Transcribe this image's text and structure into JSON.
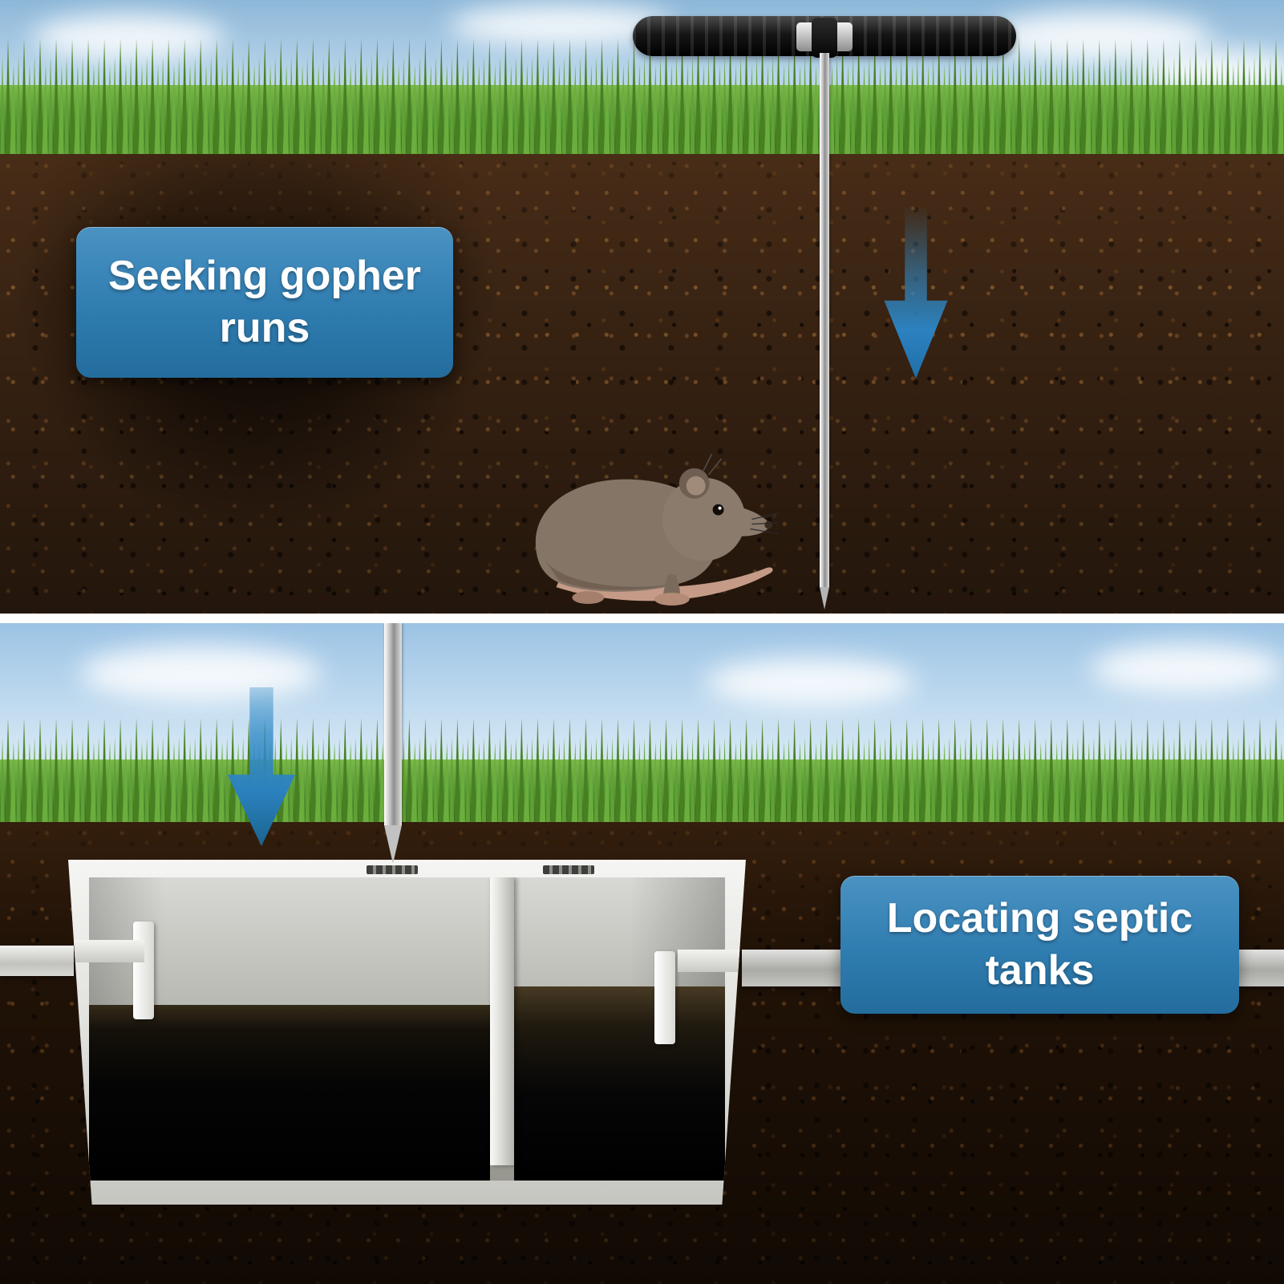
{
  "panels": {
    "top": {
      "label": "Seeking gopher runs"
    },
    "bottom": {
      "label": "Locating septic tanks"
    }
  },
  "icons": {
    "probe": "t-handle-soil-probe",
    "arrow": "down-arrow",
    "gopher": "gopher",
    "septic_tank": "two-chamber-septic-tank"
  },
  "colors": {
    "callout_bg": "#2f7cb0",
    "callout_text": "#ffffff",
    "arrow_blue": "#2c82bf",
    "sky": "#9cc3e4",
    "grass": "#4e8f2e",
    "soil_top_panel": "#3a2413",
    "soil_bottom_panel": "#221307",
    "probe_metal": "#c7c7c7",
    "probe_grip": "#161616",
    "tank_concrete": "#dededa",
    "sludge": "#060606"
  }
}
